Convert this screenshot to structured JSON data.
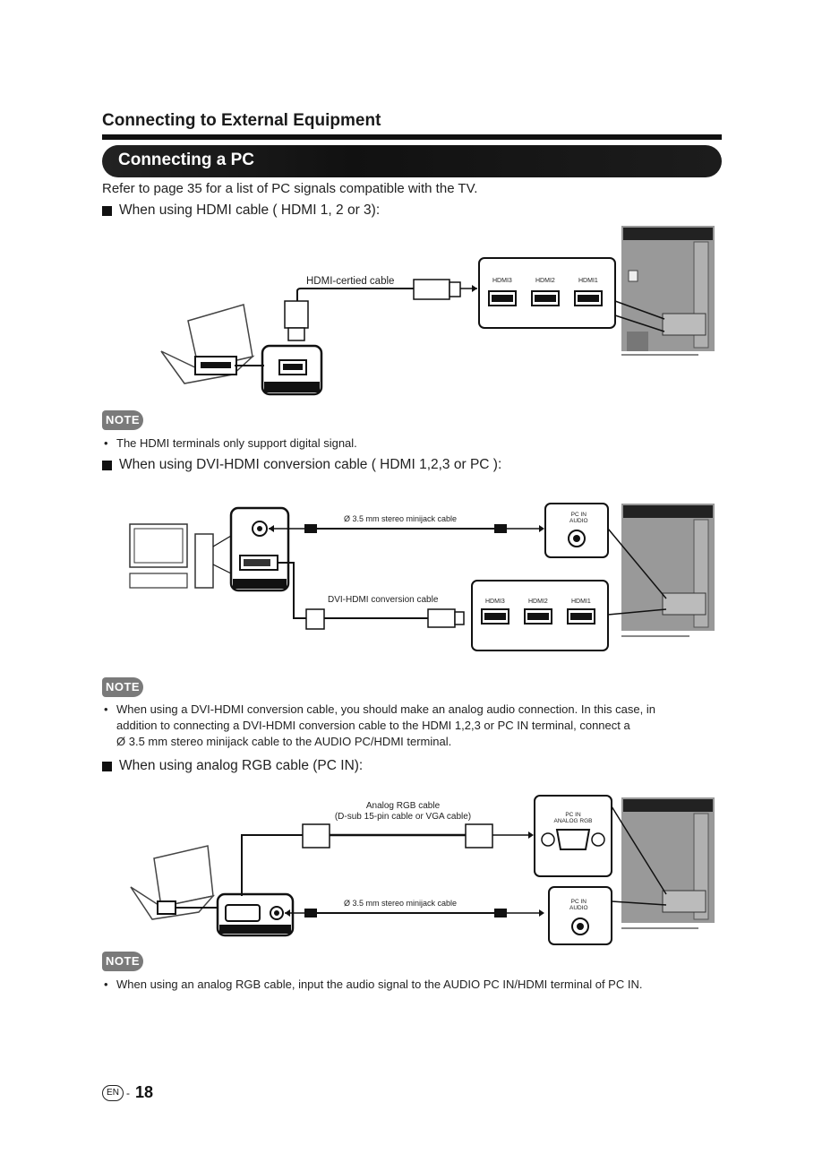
{
  "page": {
    "section_title": "Connecting to External Equipment",
    "banner_title": "Connecting a PC",
    "intro": "Refer to page 35 for a list of PC signals compatible with the TV.",
    "page_number": "18",
    "lang_badge": "EN",
    "page_dash": "-"
  },
  "hdmi_section": {
    "heading": "When using HDMI cable ( HDMI 1, 2 or 3):",
    "cable_label": "HDMI-certied cable",
    "ports": [
      "HDMI3",
      "HDMI2",
      "HDMI1"
    ],
    "note_badge": "NOTE",
    "note": "The HDMI terminals only support digital signal."
  },
  "dvi_section": {
    "heading": "When using DVI-HDMI conversion cable ( HDMI 1,2,3 or PC ):",
    "audio_cable_label": "Ø 3.5 mm stereo minijack cable",
    "dvi_cable_label": "DVI-HDMI conversion cable",
    "pc_in_label": "PC IN",
    "audio_label": "AUDIO",
    "ports": [
      "HDMI3",
      "HDMI2",
      "HDMI1"
    ],
    "note_badge": "NOTE",
    "note_lines": [
      "When using a DVI-HDMI conversion cable, you should make an analog audio connection. In this case, in",
      "addition to connecting a DVI-HDMI conversion cable to the HDMI 1,2,3 or PC IN terminal, connect a",
      "Ø 3.5 mm stereo minijack cable to the AUDIO PC/HDMI terminal."
    ]
  },
  "rgb_section": {
    "heading": "When using analog RGB cable (PC IN):",
    "rgb_cable_label_1": "Analog RGB cable",
    "rgb_cable_label_2": "(D-sub 15-pin cable or VGA cable)",
    "audio_cable_label": "Ø 3.5 mm stereo minijack cable",
    "pc_in_label": "PC IN",
    "analog_rgb_label": "ANALOG RGB",
    "audio_label": "AUDIO",
    "note_badge": "NOTE",
    "note": "When using an analog RGB cable, input the audio signal to the AUDIO PC IN/HDMI terminal of PC IN."
  }
}
